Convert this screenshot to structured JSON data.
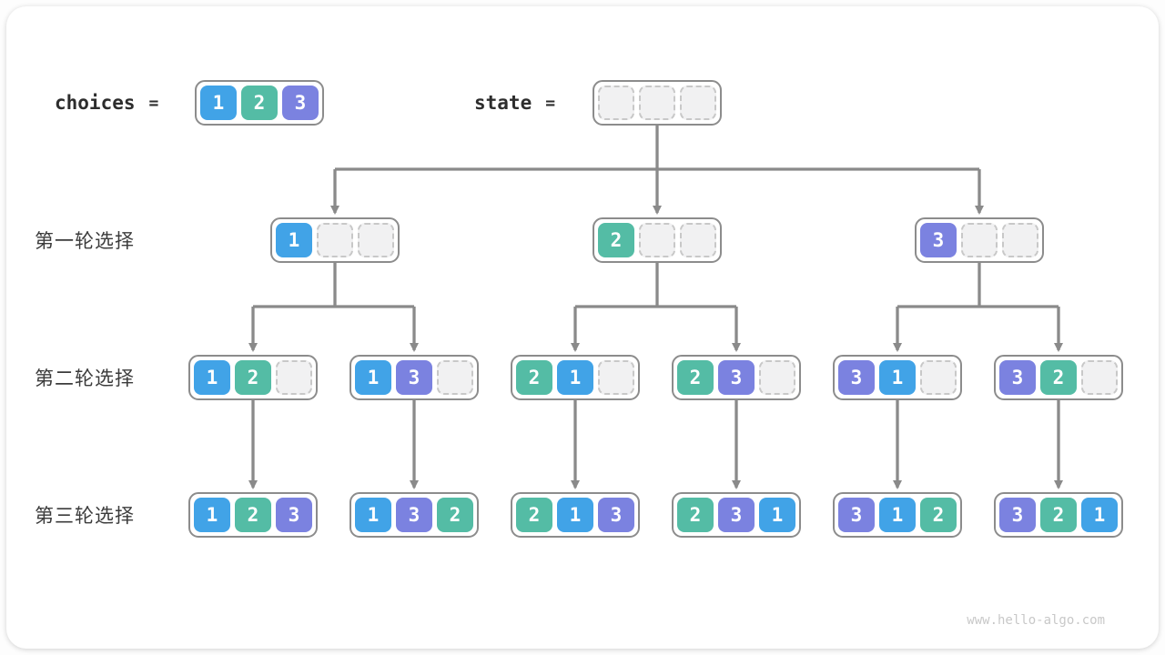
{
  "header": {
    "choices_label": "choices",
    "equals": "=",
    "choices": [
      "1",
      "2",
      "3"
    ],
    "state_label": "state",
    "state_slots": [
      null,
      null,
      null
    ]
  },
  "rows": [
    {
      "label": "第一轮选择",
      "nodes": [
        [
          "1",
          null,
          null
        ],
        [
          "2",
          null,
          null
        ],
        [
          "3",
          null,
          null
        ]
      ]
    },
    {
      "label": "第二轮选择",
      "nodes": [
        [
          "1",
          "2",
          null
        ],
        [
          "1",
          "3",
          null
        ],
        [
          "2",
          "1",
          null
        ],
        [
          "2",
          "3",
          null
        ],
        [
          "3",
          "1",
          null
        ],
        [
          "3",
          "2",
          null
        ]
      ]
    },
    {
      "label": "第三轮选择",
      "nodes": [
        [
          "1",
          "2",
          "3"
        ],
        [
          "1",
          "3",
          "2"
        ],
        [
          "2",
          "1",
          "3"
        ],
        [
          "2",
          "3",
          "1"
        ],
        [
          "3",
          "1",
          "2"
        ],
        [
          "3",
          "2",
          "1"
        ]
      ]
    }
  ],
  "colors": {
    "value_1": "#41A3E7",
    "value_2": "#54BCA5",
    "value_3": "#7B82E0",
    "node_border": "#8C8C8C",
    "empty_fill": "#F1F1F2",
    "empty_border": "#C8C8C8",
    "arrow": "#8A8A8A",
    "header_text": "#2D2D2D",
    "label_text": "#3B3B3B",
    "watermark_text": "#C8C8C8"
  },
  "watermark": "www.hello-algo.com"
}
